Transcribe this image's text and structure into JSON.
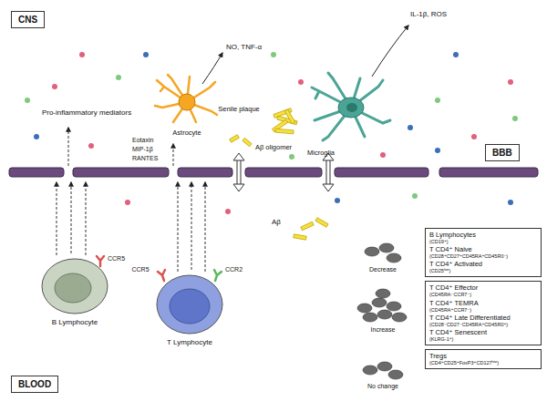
{
  "diagram": {
    "nodes": [
      {
        "text": [
          "CNS"
        ]
      },
      {
        "text": [
          "BBB"
        ]
      },
      {
        "text": [
          "B Lymphocytes",
          "(CD19⁺)",
          "T CD4⁺ Naive",
          "(CD28⁺CD27⁺CD45RA⁺CD45R0⁻)",
          "T CD4⁺ Activated",
          "(CD25ˡᵒʷ)"
        ]
      },
      {
        "text": [
          "T CD4⁺ Effector",
          "(CD45RA⁻CCR7⁻)",
          "T CD4⁺ TEMRA",
          "(CD45RA⁺CCR7⁻)",
          "T CD4⁺ Late Differentiated",
          "(CD28⁻CD27⁻CD45RA⁺CD45R0⁺)",
          "T CD4⁺ Senescent",
          "(KLRG-1⁺)"
        ]
      },
      {
        "text": [
          "Tregs",
          "(CD4⁺CD25⁺FoxP3⁺CD127ˡᵒʷ)"
        ]
      },
      {
        "text": [
          "BLOOD"
        ]
      }
    ],
    "labels": [
      "IL-1β, ROS",
      "NO, TNF-α",
      "Pro-inflammatory mediators",
      "Senile plaque",
      "Astrocyte",
      "Microglia",
      "Eotaxin",
      "MIP-1β",
      "RANTES",
      "Aβ oligomer",
      "Aβ",
      "CCR5",
      "CCR5",
      "CCR2",
      "Decrease",
      "B Lymphocyte",
      "T Lymphocyte",
      "Increase",
      "No change"
    ]
  }
}
